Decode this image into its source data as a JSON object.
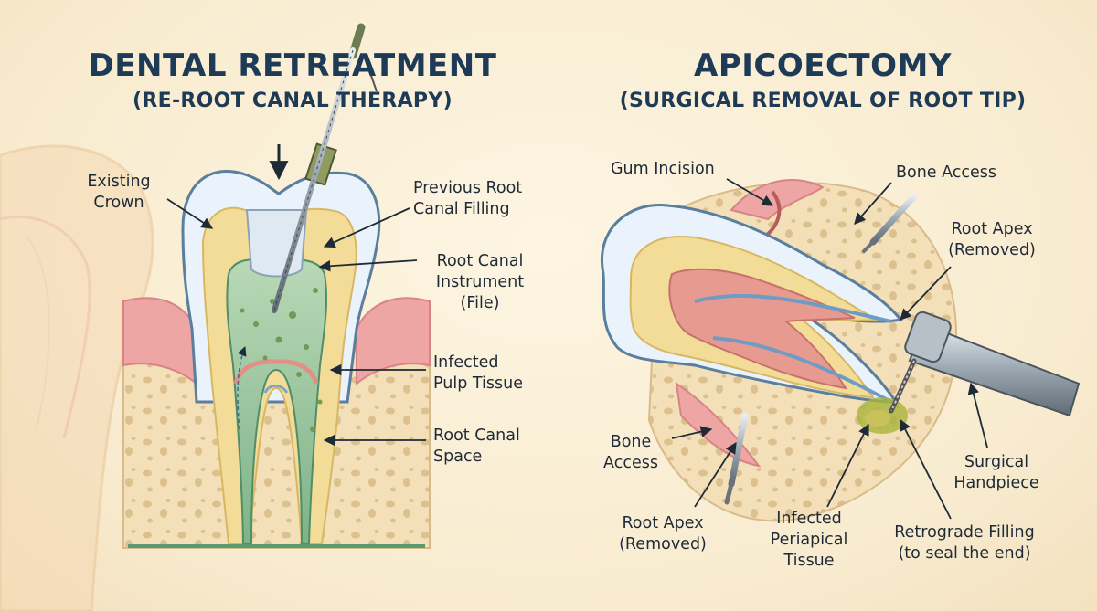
{
  "left_panel": {
    "title": "DENTAL RETREATMENT",
    "subtitle": "(RE-ROOT CANAL THERAPY)",
    "labels": {
      "existing_crown": [
        "Existing",
        "Crown"
      ],
      "previous_filling": [
        "Previous Root",
        "Canal Filling"
      ],
      "instrument": [
        "Root Canal",
        "Instrument",
        "(File)"
      ],
      "infected_pulp": [
        "Infected",
        "Pulp Tissue"
      ],
      "canal_space": [
        "Root Canal",
        "Space"
      ]
    }
  },
  "right_panel": {
    "title": "APICOECTOMY",
    "subtitle": "(SURGICAL REMOVAL OF ROOT TIP)",
    "labels": {
      "gum_incision": [
        "Gum Incision"
      ],
      "bone_access_top": [
        "Bone Access"
      ],
      "root_apex_top": [
        "Root Apex",
        "(Removed)"
      ],
      "bone_access_bottom": [
        "Bone",
        "Access"
      ],
      "root_apex_bottom": [
        "Root Apex",
        "(Removed)"
      ],
      "infected_periapical": [
        "Infected",
        "Periapical",
        "Tissue"
      ],
      "retrograde_filling": [
        "Retrograde Filling",
        "(to seal the end)"
      ],
      "surgical_handpiece": [
        "Surgical",
        "Handpiece"
      ]
    }
  },
  "colors": {
    "title": "#1d3a57",
    "enamel": "#eaf3fb",
    "dentin": "#f3dc98",
    "gum": "#eea6a4",
    "bone": "#f1dcb4",
    "pulp": "#8fbf98",
    "infection": "#a8b43a"
  }
}
